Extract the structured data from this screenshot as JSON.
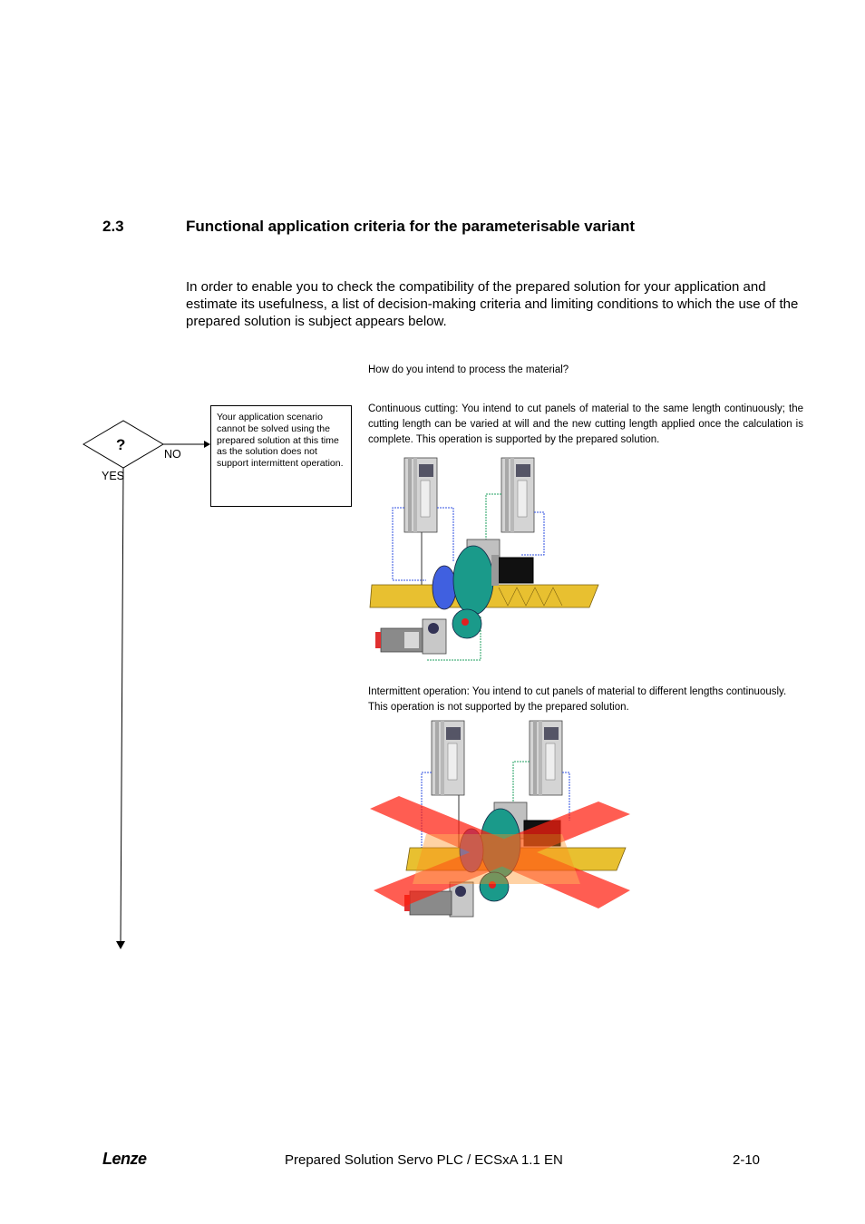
{
  "section": {
    "number": "2.3",
    "title": "Functional application criteria for the parameterisable variant"
  },
  "intro": "In order to enable you to check the compatibility of the prepared solution for your application and estimate its usefulness, a list of decision-making criteria and limiting conditions to which the use of the prepared solution is subject appears below.",
  "flowchart": {
    "decision_symbol": "?",
    "no_label": "NO",
    "yes_label": "YES",
    "note": "Your application scenario cannot be solved using the prepared solution at this time as the solution does not support intermittent operation."
  },
  "question": "How do you intend to process the material?",
  "continuous": "Continuous cutting: You intend to cut panels of material to the same length continuously; the cutting length can be varied at will and the new cutting length applied once the calculation is complete. This operation is supported by the prepared solution.",
  "intermittent": "Intermittent operation: You intend to cut panels of material to different lengths continuously. This operation is not supported by the prepared solution.",
  "footer": {
    "brand": "Lenze",
    "doc": "Prepared Solution Servo PLC / ECSxA 1.1 EN",
    "page": "2-10"
  },
  "colors": {
    "conveyor": "#e8c030",
    "drive": "#c8c8c8",
    "teal": "#1a9a8a",
    "cross": "#ff2010"
  }
}
